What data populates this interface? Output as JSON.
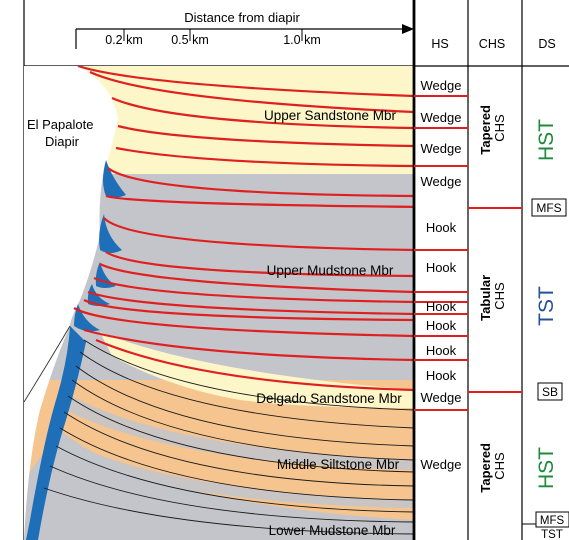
{
  "header": {
    "axis_title": "Distance from diapir",
    "ticks": [
      "0.2 km",
      "0.5 km",
      "1.0 km"
    ],
    "col_hs": "HS",
    "col_chs": "CHS",
    "col_ds": "DS"
  },
  "diapir_label": [
    "El Papalote",
    "Diapir"
  ],
  "members": {
    "upper_sandstone": "Upper Sandstone Mbr",
    "upper_mudstone": "Upper Mudstone Mbr",
    "delgado": "Delgado Sandstone Mbr",
    "middle_siltstone": "Middle Siltstone Mbr",
    "lower_mudstone": "Lower Mudstone Mbr"
  },
  "hs_rows": [
    "Wedge",
    "Wedge",
    "Wedge",
    "Wedge",
    "Hook",
    "Hook",
    "Hook",
    "Hook",
    "Hook",
    "Hook",
    "Wedge",
    "Wedge"
  ],
  "chs": {
    "top": [
      "Tapered",
      "CHS"
    ],
    "mid": [
      "Tabular",
      "CHS"
    ],
    "bottom": [
      "Tapered",
      "CHS"
    ]
  },
  "ds": {
    "hst_top": "HST",
    "mfs_top": "MFS",
    "tst": "TST",
    "sb": "SB",
    "hst_bottom": "HST",
    "mfs_bottom": "MFS",
    "tst_bottom": "TST"
  },
  "colors": {
    "sandstone": "#fcf6c8",
    "mudstone": "#c3c5ca",
    "siltstone": "#f6c48e",
    "diapir_flank": "#1e6fb8",
    "boundary": "#e02020",
    "ds_green": "#1d8a3c",
    "ds_blue": "#2a4f9a"
  }
}
